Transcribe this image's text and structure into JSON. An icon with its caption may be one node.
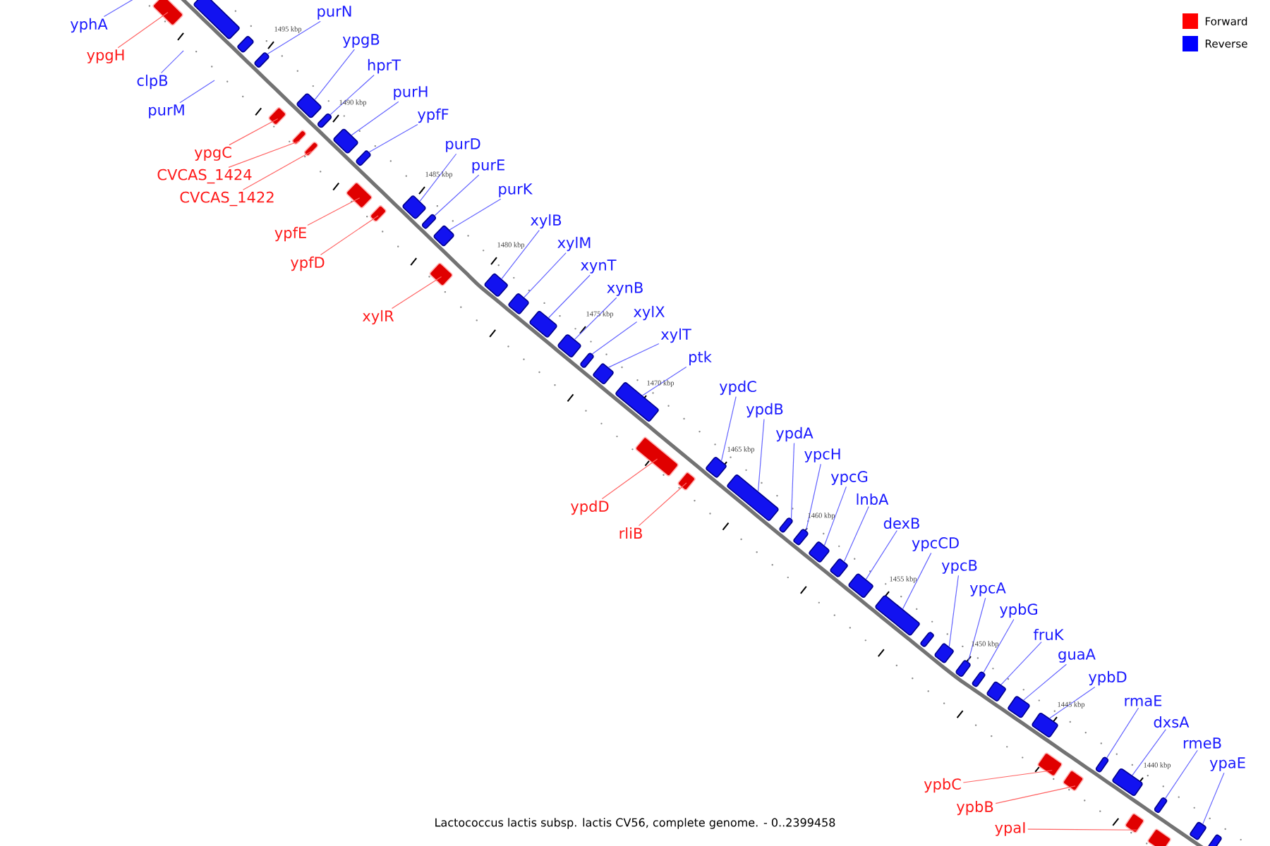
{
  "diagram": {
    "caption": "Lactococcus lactis subsp. lactis CV56, complete genome. - 0..2399458",
    "nodes": [
      {
        "text": [
          "yphA"
        ]
      },
      {
        "text": [
          "ypgH"
        ]
      },
      {
        "text": [],
        "shape": "bar"
      },
      {
        "text": [],
        "shape": "bar"
      },
      {
        "text": [],
        "shape": "bar"
      },
      {
        "text": [
          "purN"
        ]
      },
      {
        "text": [],
        "shape": "bar"
      },
      {
        "text": [
          "clpB"
        ]
      },
      {
        "text": [
          "purM"
        ]
      },
      {
        "text": [
          "ypgB"
        ]
      },
      {
        "text": [],
        "shape": "bar"
      },
      {
        "text": [
          "hprT"
        ]
      },
      {
        "text": [],
        "shape": "bar"
      },
      {
        "text": [
          "purH"
        ]
      },
      {
        "text": [],
        "shape": "bar"
      },
      {
        "text": [
          "ypfF"
        ]
      },
      {
        "text": [],
        "shape": "bar"
      },
      {
        "text": [
          "ypgC"
        ]
      },
      {
        "text": [],
        "shape": "bar"
      },
      {
        "text": [
          "CVCAS_1424"
        ]
      },
      {
        "text": [],
        "shape": "bar"
      },
      {
        "text": [
          "CVCAS_1422"
        ]
      },
      {
        "text": [],
        "shape": "bar"
      },
      {
        "text": [
          "purD"
        ]
      },
      {
        "text": [],
        "shape": "bar"
      },
      {
        "text": [
          "purE"
        ]
      },
      {
        "text": [],
        "shape": "bar"
      },
      {
        "text": [
          "purK"
        ]
      },
      {
        "text": [],
        "shape": "bar"
      },
      {
        "text": [
          "ypfE"
        ]
      },
      {
        "text": [],
        "shape": "bar"
      },
      {
        "text": [
          "ypfD"
        ]
      },
      {
        "text": [],
        "shape": "bar"
      },
      {
        "text": [
          "xylR"
        ]
      },
      {
        "text": [],
        "shape": "bar"
      },
      {
        "text": [
          "xylB"
        ]
      },
      {
        "text": [],
        "shape": "bar"
      },
      {
        "text": [
          "xylM"
        ]
      },
      {
        "text": [],
        "shape": "bar"
      },
      {
        "text": [
          "xynT"
        ]
      },
      {
        "text": [],
        "shape": "bar"
      },
      {
        "text": [
          "xynB"
        ]
      },
      {
        "text": [],
        "shape": "bar"
      },
      {
        "text": [
          "xylX"
        ]
      },
      {
        "text": [],
        "shape": "bar"
      },
      {
        "text": [
          "xylT"
        ]
      },
      {
        "text": [],
        "shape": "bar"
      },
      {
        "text": [
          "ptk"
        ]
      },
      {
        "text": [],
        "shape": "bar"
      },
      {
        "text": [
          "ypdD"
        ]
      },
      {
        "text": [],
        "shape": "bar"
      },
      {
        "text": [
          "rliB"
        ]
      },
      {
        "text": [],
        "shape": "bar"
      },
      {
        "text": [
          "ypdC"
        ]
      },
      {
        "text": [],
        "shape": "bar"
      },
      {
        "text": [
          "ypdB"
        ]
      },
      {
        "text": [],
        "shape": "bar"
      },
      {
        "text": [
          "ypdA"
        ]
      },
      {
        "text": [],
        "shape": "bar"
      },
      {
        "text": [
          "ypcH"
        ]
      },
      {
        "text": [],
        "shape": "bar"
      },
      {
        "text": [
          "ypcG"
        ]
      },
      {
        "text": [],
        "shape": "bar"
      },
      {
        "text": [
          "lnbA"
        ]
      },
      {
        "text": [],
        "shape": "bar"
      },
      {
        "text": [
          "dexB"
        ]
      },
      {
        "text": [],
        "shape": "bar"
      },
      {
        "text": [
          "ypcCD"
        ]
      },
      {
        "text": [],
        "shape": "bar"
      },
      {
        "text": [],
        "shape": "bar"
      },
      {
        "text": [
          "ypcB"
        ]
      },
      {
        "text": [],
        "shape": "bar"
      },
      {
        "text": [
          "ypcA"
        ]
      },
      {
        "text": [],
        "shape": "bar"
      },
      {
        "text": [
          "ypbG"
        ]
      },
      {
        "text": [],
        "shape": "bar"
      },
      {
        "text": [
          "fruK"
        ]
      },
      {
        "text": [],
        "shape": "bar"
      },
      {
        "text": [
          "guaA"
        ]
      },
      {
        "text": [],
        "shape": "bar"
      },
      {
        "text": [
          "ypbD"
        ]
      },
      {
        "text": [],
        "shape": "bar"
      },
      {
        "text": [
          "ypbC"
        ]
      },
      {
        "text": [],
        "shape": "bar"
      },
      {
        "text": [
          "ypbB"
        ]
      },
      {
        "text": [],
        "shape": "bar"
      },
      {
        "text": [
          "rmaE"
        ]
      },
      {
        "text": [],
        "shape": "bar"
      },
      {
        "text": [
          "dxsA"
        ]
      },
      {
        "text": [],
        "shape": "bar"
      },
      {
        "text": [
          "rmeB"
        ]
      },
      {
        "text": [],
        "shape": "bar"
      },
      {
        "text": [
          "ypaE"
        ]
      },
      {
        "text": [],
        "shape": "bar"
      },
      {
        "text": [],
        "shape": "bar"
      },
      {
        "text": [
          "ypaI"
        ]
      },
      {
        "text": [],
        "shape": "bar"
      },
      {
        "text": [],
        "shape": "bar"
      }
    ],
    "edges": [
      {
        "from": 0,
        "to": null,
        "arrow": "none"
      },
      {
        "from": 1,
        "to": 2,
        "arrow": "none",
        "color": "#ff6464"
      },
      {
        "from": 5,
        "to": 6,
        "arrow": "none"
      },
      {
        "from": 7,
        "to": null,
        "arrow": "none"
      },
      {
        "from": 8,
        "to": null,
        "arrow": "none"
      },
      {
        "from": 9,
        "to": 10,
        "arrow": "none"
      },
      {
        "from": 11,
        "to": 12,
        "arrow": "none"
      },
      {
        "from": 13,
        "to": 14,
        "arrow": "none"
      },
      {
        "from": 15,
        "to": 16,
        "arrow": "none"
      },
      {
        "from": 17,
        "to": 18,
        "arrow": "none",
        "color": "#ff6464"
      },
      {
        "from": 19,
        "to": 20,
        "arrow": "none",
        "color": "#ff6464"
      },
      {
        "from": 21,
        "to": 22,
        "arrow": "none",
        "color": "#ff6464"
      },
      {
        "from": 23,
        "to": 24,
        "arrow": "none"
      },
      {
        "from": 25,
        "to": 26,
        "arrow": "none"
      },
      {
        "from": 27,
        "to": 28,
        "arrow": "none"
      },
      {
        "from": 29,
        "to": 30,
        "arrow": "none",
        "color": "#ff6464"
      },
      {
        "from": 31,
        "to": 32,
        "arrow": "none",
        "color": "#ff6464"
      },
      {
        "from": 33,
        "to": 34,
        "arrow": "none",
        "color": "#ff6464"
      },
      {
        "from": 35,
        "to": 36,
        "arrow": "none"
      },
      {
        "from": 37,
        "to": 38,
        "arrow": "none"
      },
      {
        "from": 39,
        "to": 40,
        "arrow": "none"
      },
      {
        "from": 41,
        "to": 42,
        "arrow": "none"
      },
      {
        "from": 43,
        "to": 44,
        "arrow": "none"
      },
      {
        "from": 45,
        "to": 46,
        "arrow": "none"
      },
      {
        "from": 47,
        "to": 48,
        "arrow": "none"
      },
      {
        "from": 49,
        "to": 50,
        "arrow": "none",
        "color": "#ff6464"
      },
      {
        "from": 51,
        "to": 52,
        "arrow": "none",
        "color": "#ff6464"
      },
      {
        "from": 53,
        "to": 54,
        "arrow": "none"
      },
      {
        "from": 55,
        "to": 56,
        "arrow": "none"
      },
      {
        "from": 57,
        "to": 58,
        "arrow": "none"
      },
      {
        "from": 59,
        "to": 60,
        "arrow": "none"
      },
      {
        "from": 61,
        "to": 62,
        "arrow": "none"
      },
      {
        "from": 63,
        "to": 64,
        "arrow": "none"
      },
      {
        "from": 65,
        "to": 66,
        "arrow": "none"
      },
      {
        "from": 67,
        "to": 68,
        "arrow": "none"
      },
      {
        "from": 70,
        "to": 71,
        "arrow": "none"
      },
      {
        "from": 72,
        "to": 73,
        "arrow": "none"
      },
      {
        "from": 74,
        "to": 75,
        "arrow": "none"
      },
      {
        "from": 76,
        "to": 77,
        "arrow": "none"
      },
      {
        "from": 78,
        "to": 79,
        "arrow": "none"
      },
      {
        "from": 80,
        "to": 81,
        "arrow": "none"
      },
      {
        "from": 82,
        "to": 83,
        "arrow": "none",
        "color": "#ff6464"
      },
      {
        "from": 84,
        "to": 85,
        "arrow": "none",
        "color": "#ff6464"
      },
      {
        "from": 86,
        "to": 87,
        "arrow": "none"
      },
      {
        "from": 88,
        "to": 89,
        "arrow": "none"
      },
      {
        "from": 90,
        "to": 91,
        "arrow": "none"
      },
      {
        "from": 92,
        "to": 93,
        "arrow": "none"
      },
      {
        "from": 95,
        "to": 96,
        "arrow": "none",
        "color": "#ff6464"
      }
    ],
    "labels": [
      "1495 kbp",
      "1490 kbp",
      "1485 kbp",
      "1480 kbp",
      "1475 kbp",
      "1470 kbp",
      "1465 kbp",
      "1460 kbp",
      "1455 kbp",
      "1450 kbp",
      "1445 kbp",
      "1440 kbp"
    ],
    "legend": [
      {
        "text": "Forward",
        "color": "#ff0000"
      },
      {
        "text": "Reverse",
        "color": "#0000ff"
      }
    ]
  }
}
